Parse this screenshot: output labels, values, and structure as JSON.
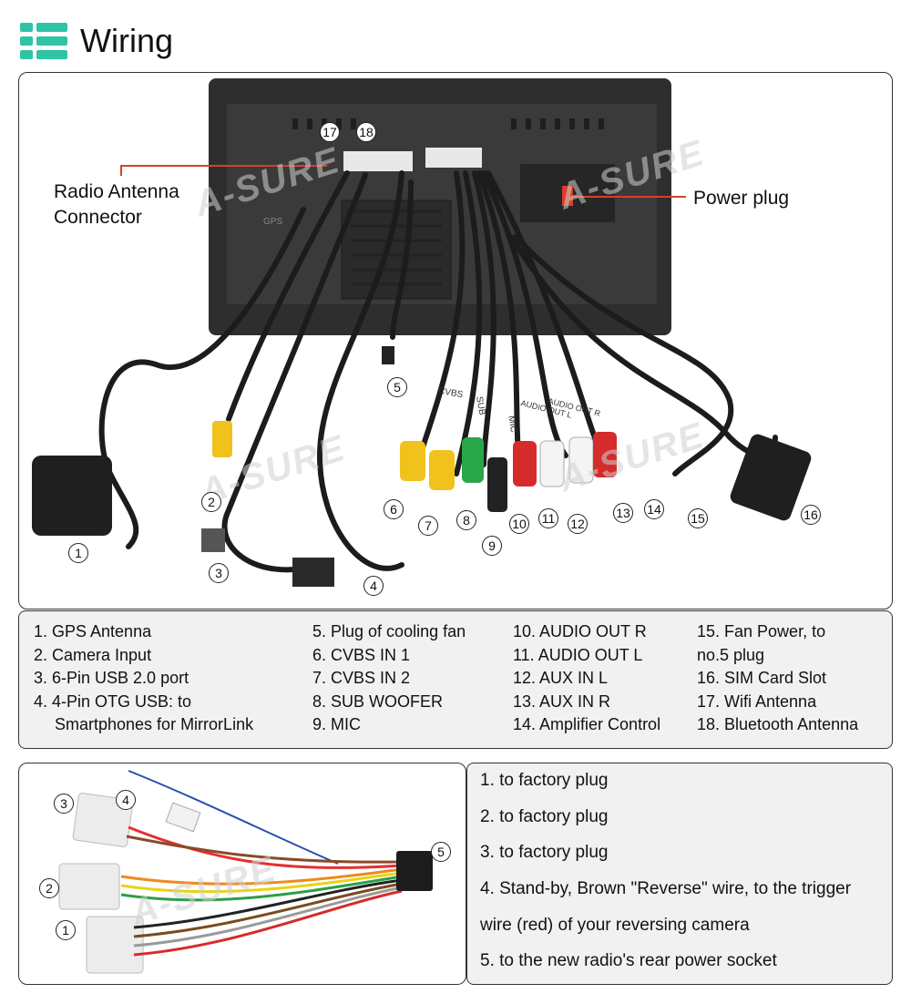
{
  "header": {
    "title": "Wiring",
    "icon": "list-icon",
    "accent_color": "#2fc4a6"
  },
  "photo": {
    "callouts": {
      "antenna_connector": [
        "Radio Antenna",
        "Connector"
      ],
      "power_plug": "Power plug"
    },
    "numbers": [
      "1",
      "2",
      "3",
      "4",
      "5",
      "6",
      "7",
      "8",
      "9",
      "10",
      "11",
      "12",
      "13",
      "14",
      "15",
      "16",
      "17",
      "18"
    ],
    "device_labels": [
      "GPS",
      "CVBS",
      "SUB",
      "MIC",
      "AUDIO OUT L",
      "AUDIO OUT R"
    ],
    "watermark": "A-SURE"
  },
  "legend": {
    "col1": [
      "1. GPS Antenna",
      "2. Camera Input",
      "3. 6-Pin USB 2.0 port",
      "4. 4-Pin OTG USB: to",
      "Smartphones for MirrorLink"
    ],
    "col2": [
      "5. Plug of cooling fan",
      "6. CVBS IN 1",
      "7. CVBS IN 2",
      "8. SUB WOOFER",
      "9. MIC"
    ],
    "col3": [
      "10. AUDIO OUT R",
      "11. AUDIO OUT L",
      "12. AUX IN L",
      "13. AUX IN R",
      "14. Amplifier Control"
    ],
    "col4": [
      "15. Fan Power, to",
      "no.5 plug",
      "16. SIM Card Slot",
      "17. Wifi Antenna",
      "18. Bluetooth Antenna"
    ]
  },
  "harness": {
    "numbers": [
      "1",
      "2",
      "3",
      "4",
      "5"
    ],
    "lines": [
      "1. to factory plug",
      "2. to factory plug",
      "3. to factory plug",
      "4. Stand-by, Brown \"Reverse\" wire, to the trigger",
      "wire (red) of your reversing camera",
      "5. to the new radio's rear power socket"
    ]
  }
}
